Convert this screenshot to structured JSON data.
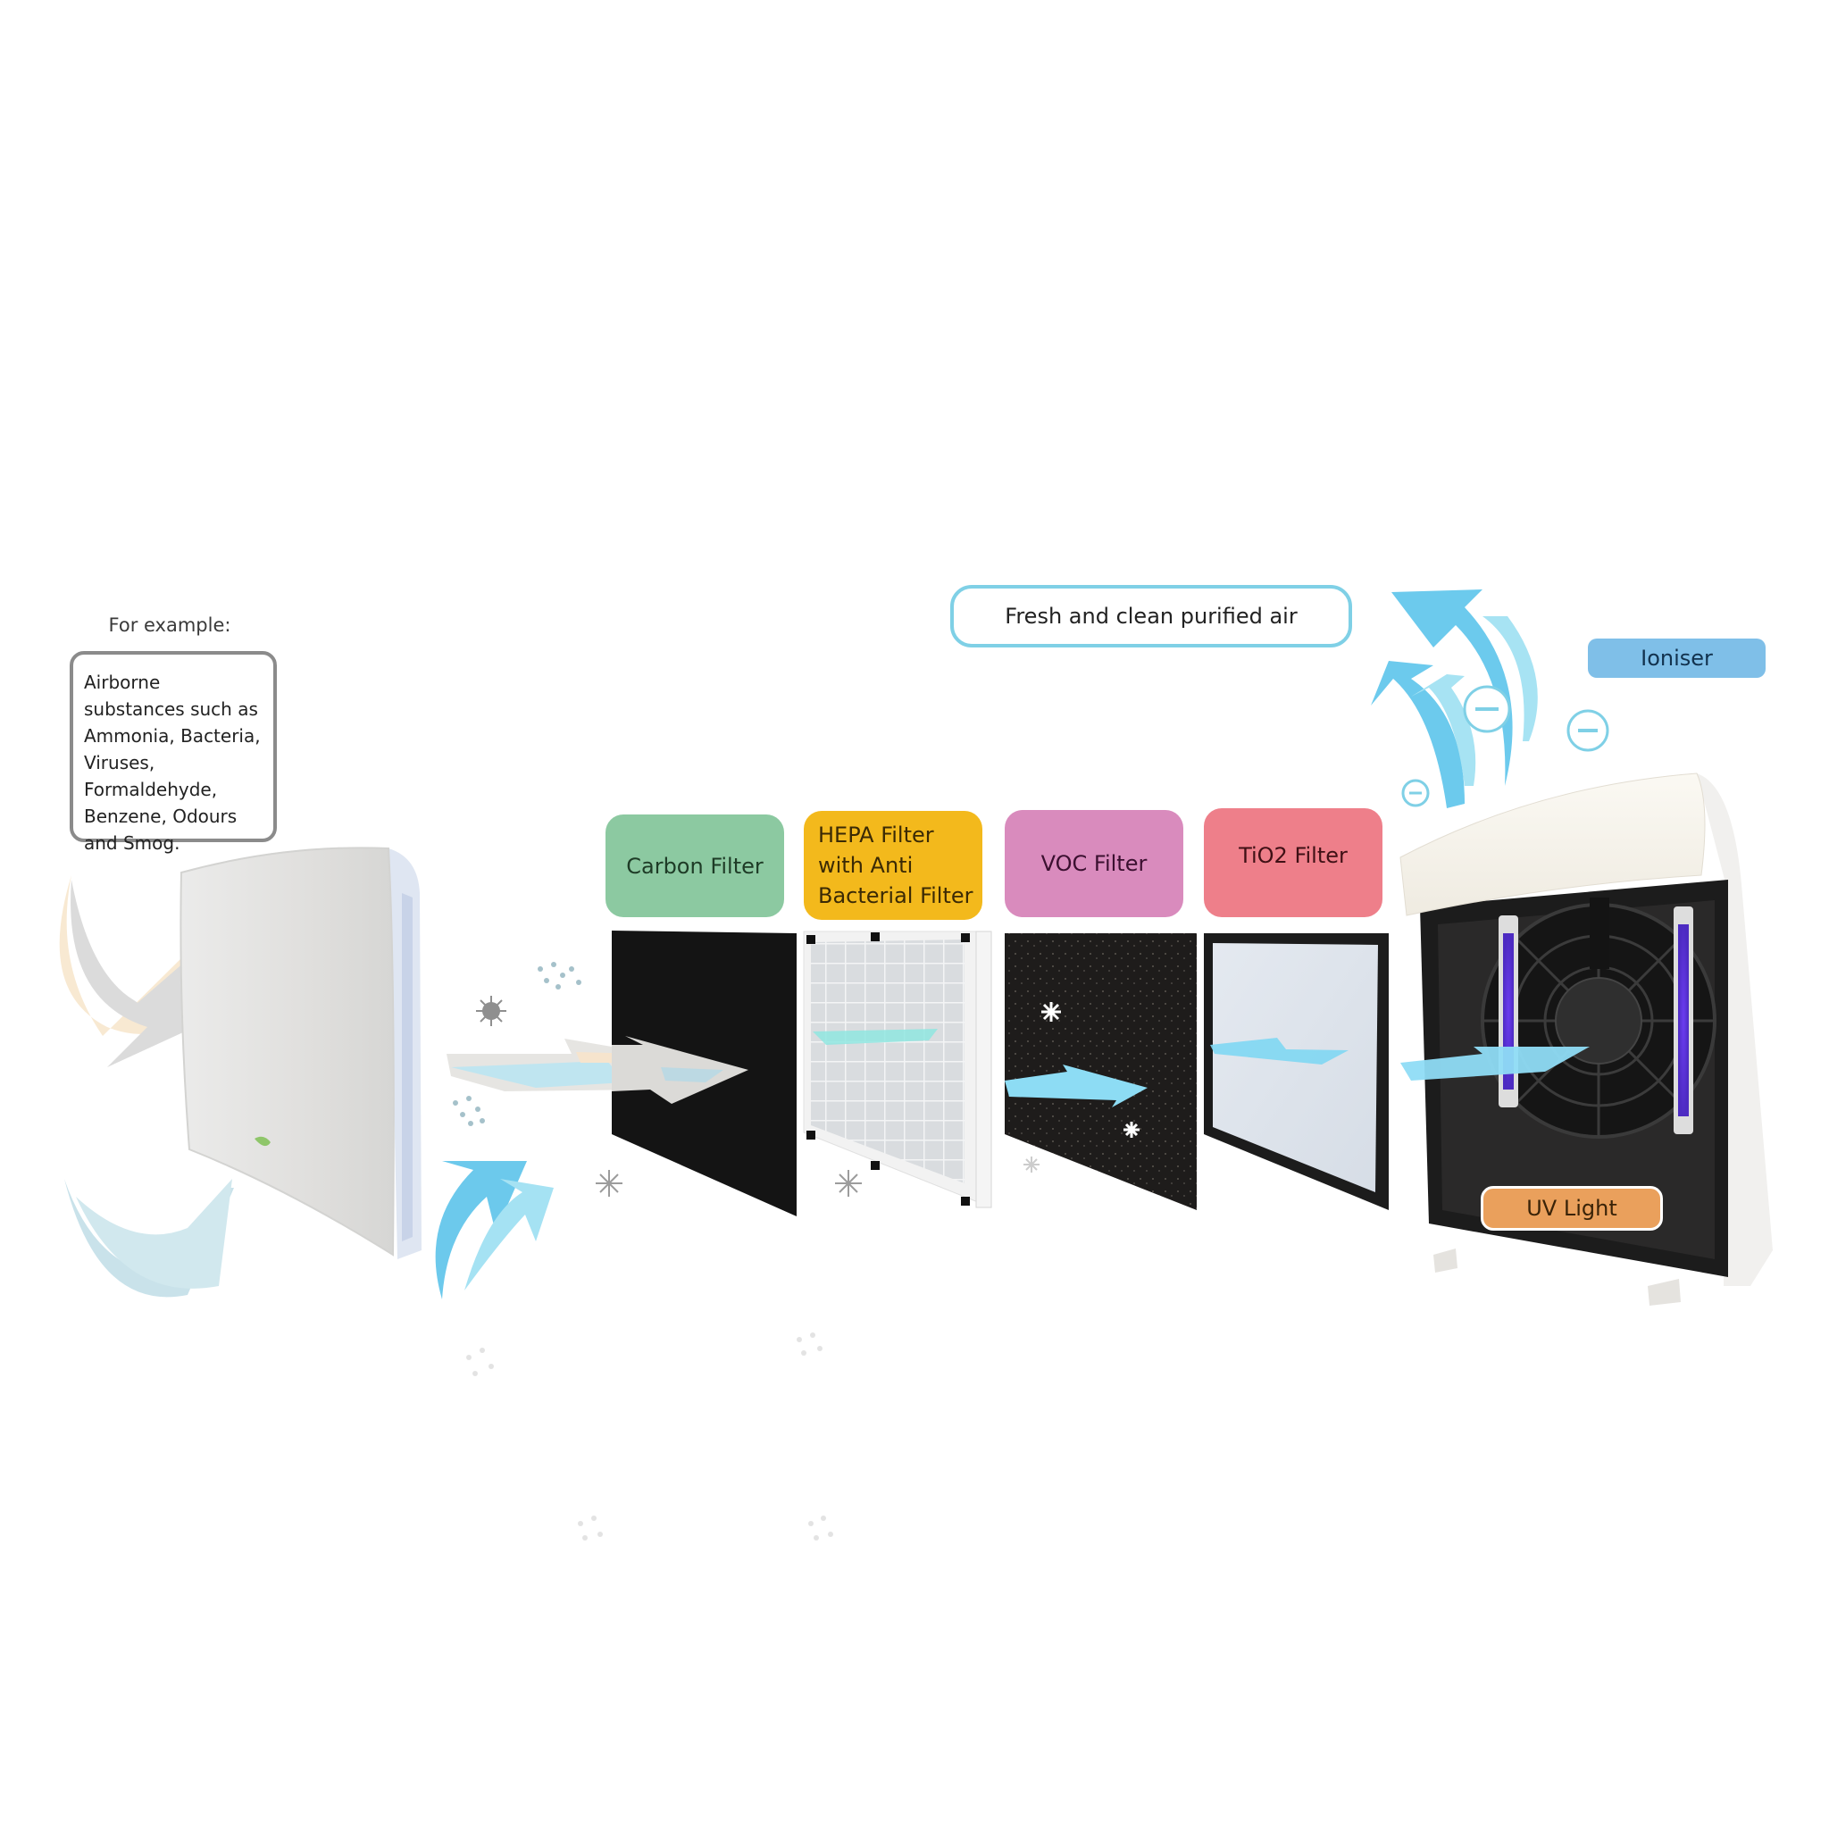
{
  "intro": {
    "heading": "For example:",
    "description": "Airborne substances such as Ammonia, Bacteria, Viruses, Formaldehyde, Benzene, Odours and Smog."
  },
  "output_label": "Fresh and clean purified air",
  "stages": [
    {
      "label": "Carbon Filter",
      "color": "#8cc9a1",
      "text_color": "#1e3b26"
    },
    {
      "label": "HEPA Filter with Anti Bacterial Filter",
      "color": "#f3b91c",
      "text_color": "#3b2a05"
    },
    {
      "label": "VOC Filter",
      "color": "#d98bbd",
      "text_color": "#3b1030"
    },
    {
      "label": "TiO2 Filter",
      "color": "#ee7f8a",
      "text_color": "#3f1015"
    },
    {
      "label": "UV Light",
      "color": "#eaa05c",
      "text_color": "#3a2308"
    },
    {
      "label": "Ioniser",
      "color": "#7fbfe8",
      "text_color": "#12324e"
    }
  ],
  "icons": {
    "negative_ion": "minus-in-circle",
    "particle": "particle-cluster",
    "airflow": "curved-arrow"
  }
}
